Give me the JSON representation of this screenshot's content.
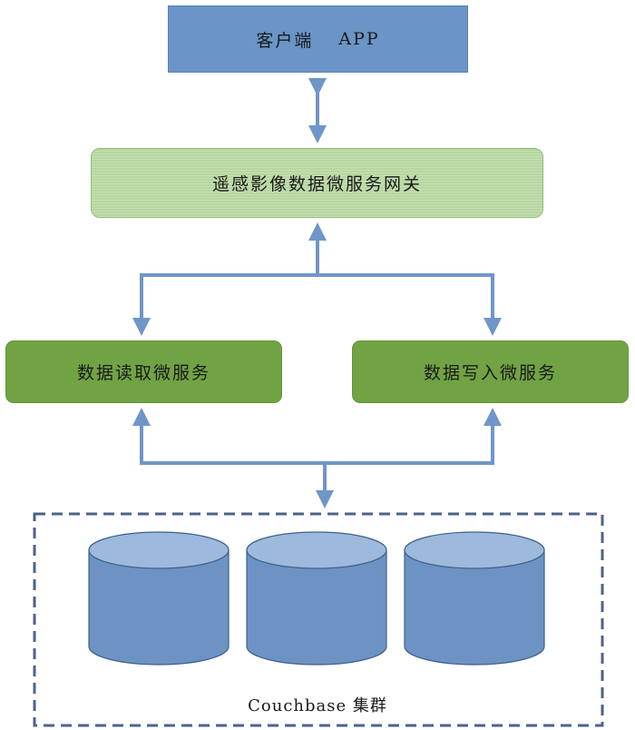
{
  "diagram": {
    "client": {
      "label_cn": "客户端",
      "label_app": "APP"
    },
    "gateway": {
      "label": "遥感影像数据微服务网关"
    },
    "read_service": {
      "label": "数据读取微服务"
    },
    "write_service": {
      "label": "数据写入微服务"
    },
    "cluster": {
      "label": "Couchbase 集群"
    }
  },
  "colors": {
    "client_fill": "#6a95c6",
    "gateway_fill": "#b6d7a0",
    "service_fill": "#71a345",
    "connector": "#6f96c8",
    "cluster_border": "#4d6387",
    "db_side": "#6c93c4",
    "db_top": "#9db9db",
    "db_edge": "#3f608b"
  }
}
